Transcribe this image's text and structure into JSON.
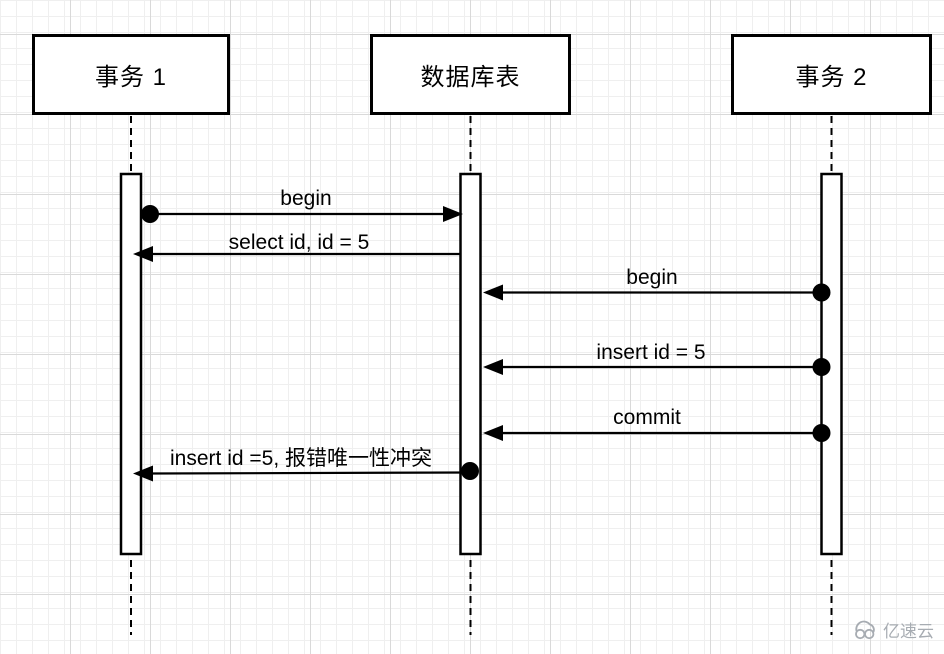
{
  "diagram": {
    "type": "sequence-diagram",
    "actors": [
      {
        "id": "t1",
        "label": "事务 1"
      },
      {
        "id": "db",
        "label": "数据库表"
      },
      {
        "id": "t2",
        "label": "事务 2"
      }
    ],
    "messages": [
      {
        "label": "begin",
        "from": "事务 1",
        "to": "数据库表",
        "direction": "right"
      },
      {
        "label": "select id, id = 5",
        "from": "数据库表",
        "to": "事务 1",
        "direction": "left"
      },
      {
        "label": "begin",
        "from": "事务 2",
        "to": "数据库表",
        "direction": "left"
      },
      {
        "label": "insert id = 5",
        "from": "事务 2",
        "to": "数据库表",
        "direction": "left"
      },
      {
        "label": "commit",
        "from": "事务 2",
        "to": "数据库表",
        "direction": "left"
      },
      {
        "label": "insert id =5, 报错唯一性冲突",
        "from": "数据库表",
        "to": "事务 1",
        "direction": "left"
      }
    ]
  },
  "watermark": {
    "label": "亿速云"
  },
  "colors": {
    "line": "#000000",
    "actor_fill": "#ffffff",
    "grid_minor": "#efefef",
    "grid_major": "#d9d9d9",
    "background": "#ffffff",
    "watermark": "#a7acb2"
  }
}
